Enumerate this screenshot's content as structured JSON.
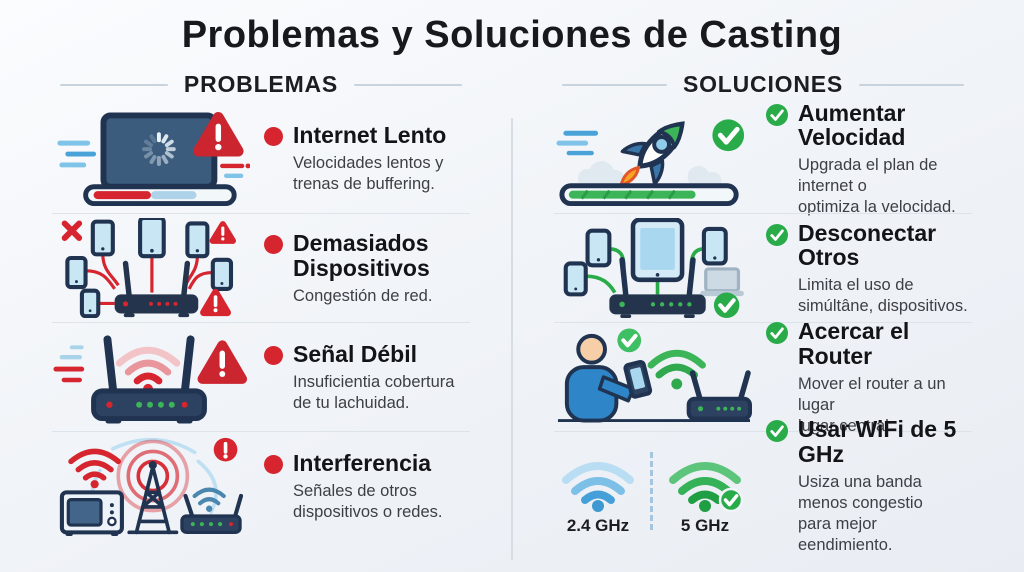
{
  "header": {
    "title": "Problemas y Soluciones de Casting"
  },
  "problems": {
    "heading": "PROBLEMAS",
    "accent_color": "#d6252e",
    "items": [
      {
        "icon": "slow-internet-icon",
        "title": "Internet Lento",
        "desc": "Velocidades lentos y\ntrenas de buffering."
      },
      {
        "icon": "too-many-devices-icon",
        "title": "Demasiados\nDispositivos",
        "desc": "Congestión de red."
      },
      {
        "icon": "weak-signal-icon",
        "title": "Señal Débil",
        "desc": "Insuficientia cobertura\nde tu lachuidad."
      },
      {
        "icon": "interference-icon",
        "title": "Interferencia",
        "desc": "Señales de otros\ndispositivos o redes."
      }
    ]
  },
  "solutions": {
    "heading": "SOLUCIONES",
    "accent_color": "#2aab4a",
    "items": [
      {
        "icon": "rocket-speed-icon",
        "title": "Aumentar Velocidad",
        "desc": "Upgrada el plan de internet o\noptimiza la velocidad."
      },
      {
        "icon": "disconnect-devices-icon",
        "title": "Desconectar Otros",
        "desc": "Limita el uso de\nsimúltâne, dispositivos."
      },
      {
        "icon": "move-router-icon",
        "title": "Acercar el Router",
        "desc": "Mover el router a un lugar\nlugar central."
      },
      {
        "icon": "wifi-5ghz-icon",
        "title": "Usar WiFi de 5 GHz",
        "desc": "Usiza una banda menos congestio\npara mejor eendimiento."
      }
    ]
  },
  "wifi_comparison": {
    "band_left": "2.4 GHz",
    "band_right": "5 GHz"
  },
  "colors": {
    "navy": "#203350",
    "blue": "#4aa3d8",
    "red": "#d6252e",
    "green": "#2aab4a",
    "separator": "#dde3ea"
  }
}
